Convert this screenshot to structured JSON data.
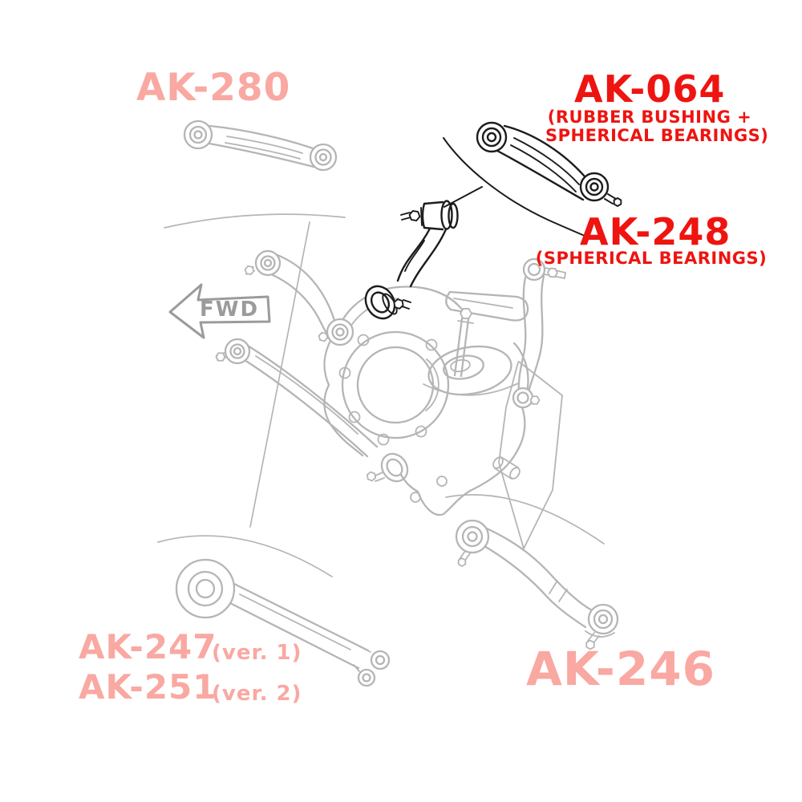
{
  "colors": {
    "pink": "#f9a8a2",
    "red": "#ee1410",
    "diagram_gray": "#b5b5b5",
    "highlight_dark": "#1c1c1c",
    "arrow_gray": "#9b9b9b",
    "background": "#ffffff"
  },
  "labels": {
    "ak280": {
      "part": "AK-280"
    },
    "ak064": {
      "part": "AK-064",
      "note_line1": "(RUBBER BUSHING +",
      "note_line2": "SPHERICAL BEARINGS)"
    },
    "ak248": {
      "part": "AK-248",
      "note": "(SPHERICAL BEARINGS)"
    },
    "ak247": {
      "part": "AK-247",
      "version": "(ver. 1)"
    },
    "ak251": {
      "part": "AK-251",
      "version": "(ver. 2)"
    },
    "ak246": {
      "part": "AK-246"
    },
    "direction_arrow": {
      "text": "FWD"
    }
  }
}
